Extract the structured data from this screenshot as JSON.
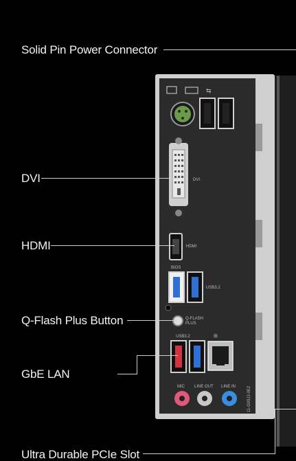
{
  "callouts": {
    "power": "Solid Pin Power Connector",
    "dvi": "DVI",
    "hdmi": "HDMI",
    "qflash": "Q-Flash Plus Button",
    "lan": "GbE LAN",
    "pcie": "Ultra Durable PCIe Slot"
  },
  "panel_labels": {
    "dvi": "DVI",
    "hdmi": "HDMI",
    "bios": "BIOS",
    "usb32_right": "USB3.2",
    "usb32_left": "USB3.2",
    "qflash_line1": "Q-FLASH",
    "qflash_line2": "PLUS",
    "mic": "MIC",
    "line_out": "LINE OUT",
    "line_in": "LINE IN",
    "part_number": "11-G09JJ-0E2"
  },
  "colors": {
    "background": "#000000",
    "panel": "#2a2a2a",
    "ps2_port": "#6a9a4a",
    "usb3_blue": "#2f6fd6",
    "usb3_red": "#d2343f",
    "mic_pink": "#e0587a",
    "line_out_gray": "#c8c8c8",
    "line_in_blue": "#3a8ee0"
  }
}
